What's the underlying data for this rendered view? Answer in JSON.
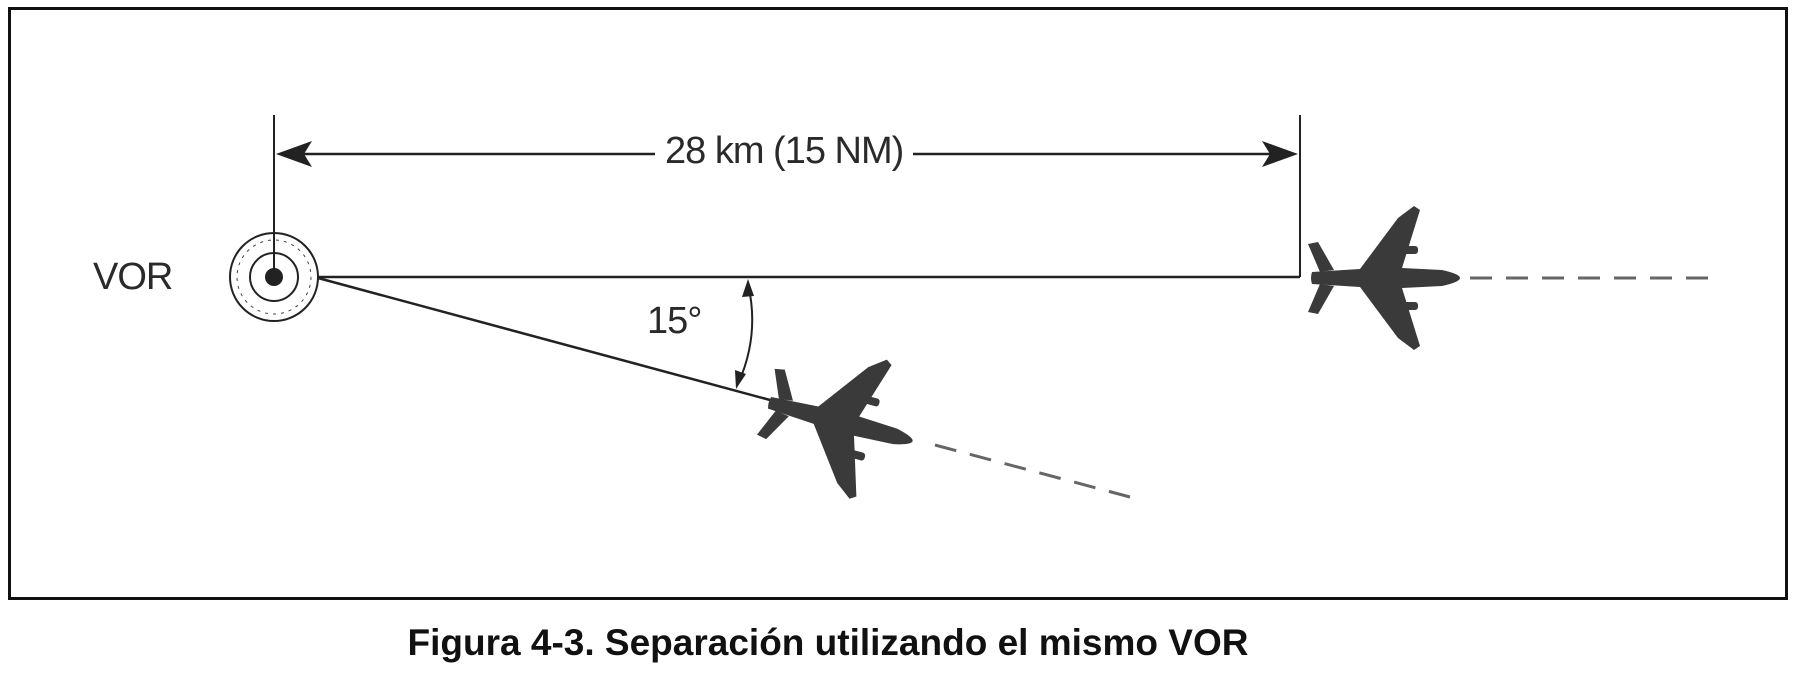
{
  "diagram": {
    "distance_label": "28 km (15 NM)",
    "station_label": "VOR",
    "angle_label": "15°"
  },
  "caption": "Figura 4-3. Separación utilizando el mismo VOR",
  "colors": {
    "line": "#222222",
    "aircraft": "#3a3a3a",
    "dashed": "#666666"
  },
  "icons": [
    "vor-station-icon",
    "aircraft-icon",
    "aircraft-icon"
  ]
}
